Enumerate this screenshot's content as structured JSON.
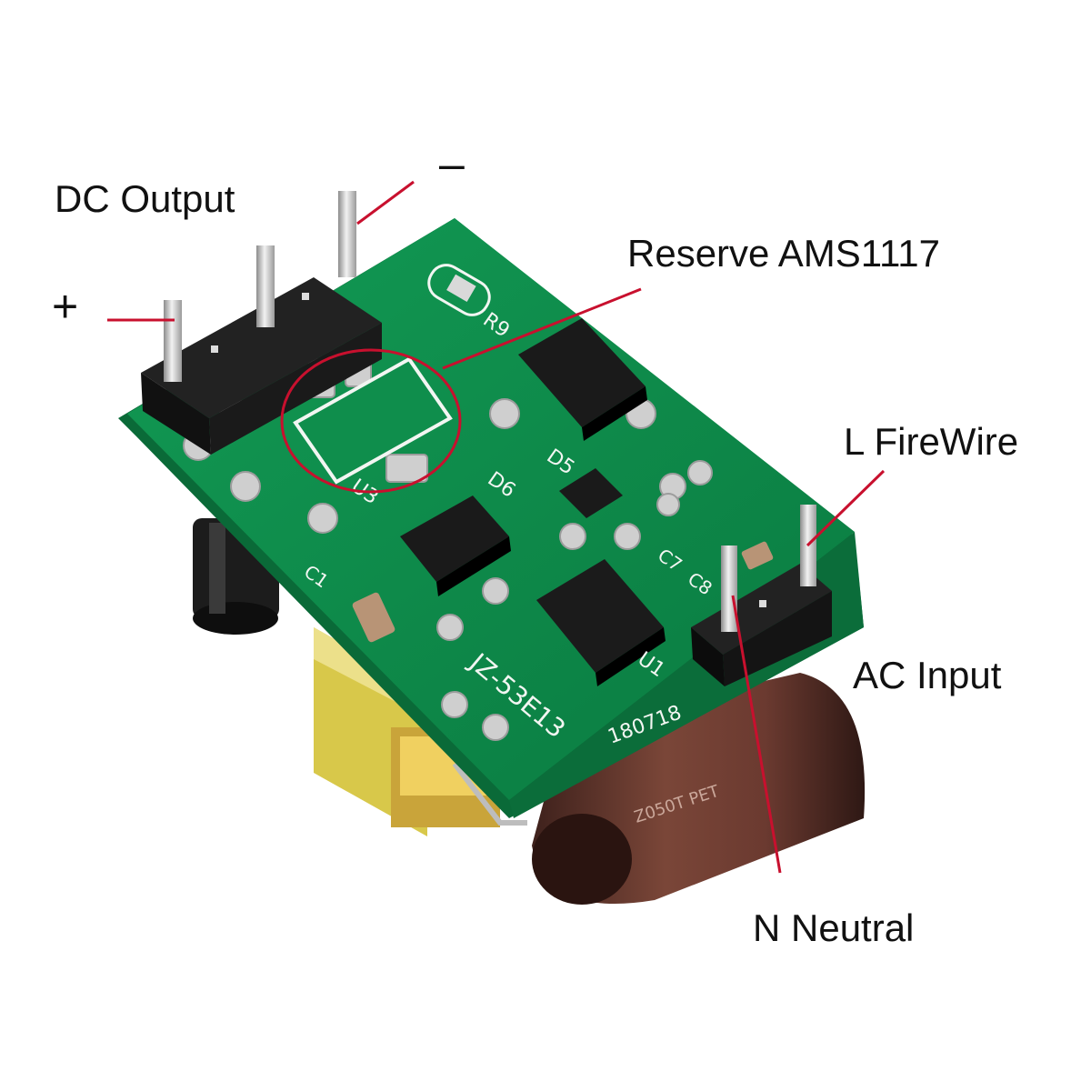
{
  "labels": {
    "dc_output": "DC Output",
    "minus": "–",
    "plus": "+",
    "reserve": "Reserve AMS1117",
    "l_firewire": "L FireWire",
    "ac_input": "AC Input",
    "n_neutral": "N Neutral"
  },
  "board": {
    "model_marking": "JZ-53E13",
    "date_marking": "180718",
    "marking_r9": "R9",
    "marking_u3": "U3",
    "marking_d5": "D5",
    "marking_d6": "D6",
    "marking_c1": "C1",
    "marking_c7": "C7",
    "marking_c8": "C8",
    "marking_u1": "U1",
    "capacitor_marking": "Z050T PET"
  },
  "colors": {
    "pcb_green": "#0e8a4a",
    "annotation_red": "#c8102e",
    "capacitor_brown": "#6b3a30",
    "transformer_yellow": "#d8c84a"
  }
}
